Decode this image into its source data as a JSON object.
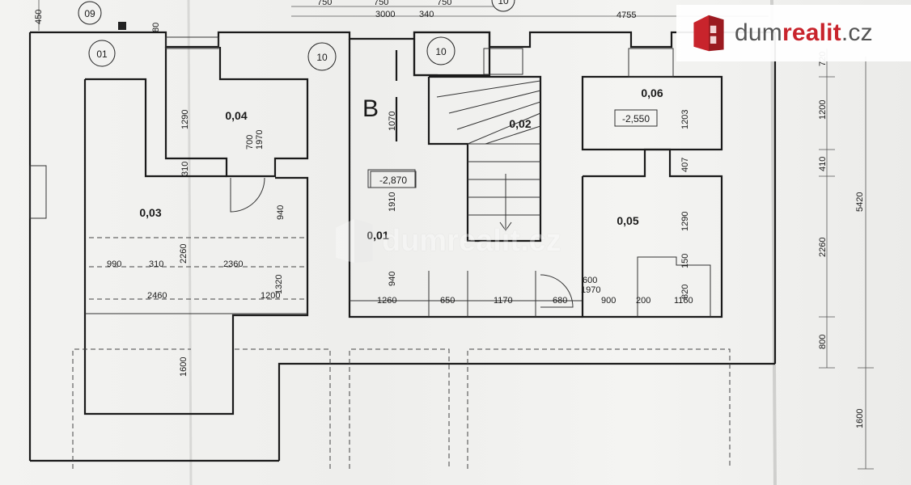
{
  "rooms": [
    {
      "id": "0.04",
      "label": "0,04"
    },
    {
      "id": "0.03",
      "label": "0,03"
    },
    {
      "id": "0.01",
      "label": "0,01"
    },
    {
      "id": "0.02",
      "label": "0,02"
    },
    {
      "id": "0.06",
      "label": "0,06"
    },
    {
      "id": "0.05",
      "label": "0,05"
    }
  ],
  "levels": [
    "-2,870",
    "-2,550"
  ],
  "tags": [
    "09",
    "01",
    "10",
    "10",
    "10"
  ],
  "section_mark": "B",
  "dimensions": {
    "top": [
      "450",
      "750",
      "750",
      "750",
      "3000",
      "340",
      "4755",
      "80"
    ],
    "room04": [
      "1290",
      "700",
      "1970",
      "310"
    ],
    "corridor": [
      "1070",
      "1910",
      "940"
    ],
    "room03": [
      "940",
      "2260",
      "1320"
    ],
    "row1": [
      "990",
      "310",
      "2360"
    ],
    "row2": [
      "2460",
      "1200"
    ],
    "bottom_left": [
      "1600"
    ],
    "row_bottom": [
      "1260",
      "650",
      "1170",
      "680",
      "600",
      "1970",
      "900",
      "200",
      "1160"
    ],
    "room06": [
      "1203"
    ],
    "right_inner": [
      "407",
      "1290",
      "150",
      "820"
    ],
    "right_chain": [
      "1200",
      "410",
      "2260",
      "800",
      "1600",
      "5420",
      "720"
    ]
  },
  "logo": {
    "text_main": "dum",
    "text_accent": "realit",
    "text_tld": ".cz"
  },
  "watermark": "dumrealit.cz",
  "colors": {
    "logo_red": "#c8242c",
    "logo_gray": "#555555",
    "line": "#1a1a1a",
    "paper": "#f1f1ef"
  }
}
